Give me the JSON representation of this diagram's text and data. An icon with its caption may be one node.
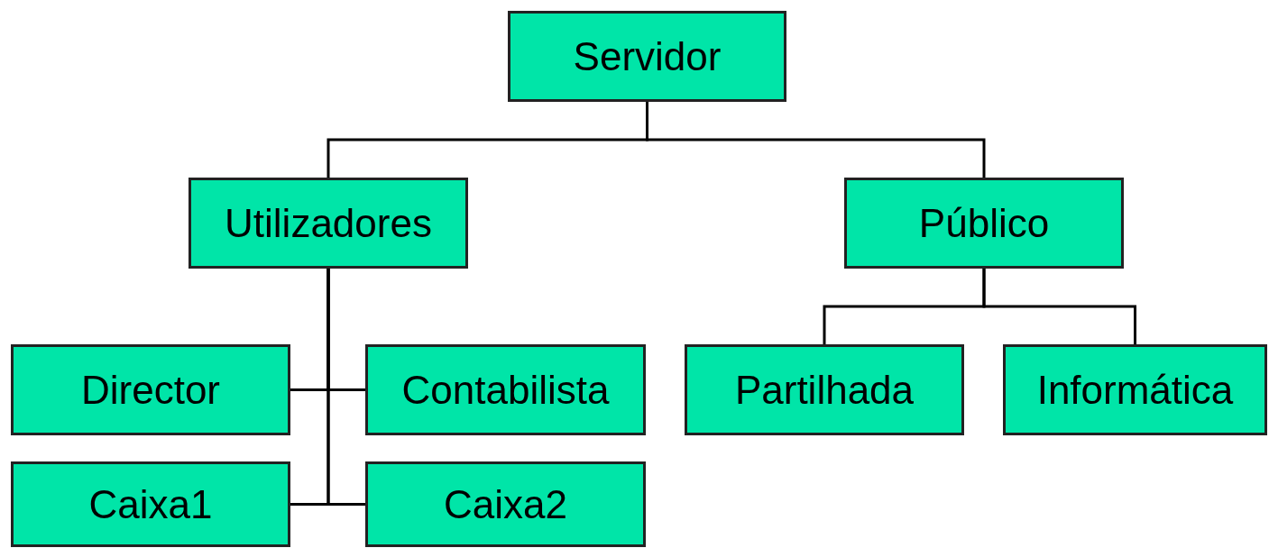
{
  "diagram": {
    "nodes": [
      {
        "text": [
          "Servidor"
        ]
      },
      {
        "text": [
          "Utilizadores"
        ]
      },
      {
        "text": [
          "Público"
        ]
      },
      {
        "text": [
          "Director"
        ]
      },
      {
        "text": [
          "Contabilista"
        ]
      },
      {
        "text": [
          "Partilhada"
        ]
      },
      {
        "text": [
          "Informática"
        ]
      },
      {
        "text": [
          "Caixa1"
        ]
      },
      {
        "text": [
          "Caixa2"
        ]
      }
    ],
    "edges": [
      {
        "from": 0,
        "to": 1,
        "arrow": "none"
      },
      {
        "from": 0,
        "to": 2,
        "arrow": "none"
      },
      {
        "from": 1,
        "to": 3,
        "arrow": "none"
      },
      {
        "from": 1,
        "to": 4,
        "arrow": "none"
      },
      {
        "from": 1,
        "to": 7,
        "arrow": "none"
      },
      {
        "from": 1,
        "to": 8,
        "arrow": "none"
      },
      {
        "from": 2,
        "to": 5,
        "arrow": "none"
      },
      {
        "from": 2,
        "to": 6,
        "arrow": "none"
      }
    ]
  }
}
